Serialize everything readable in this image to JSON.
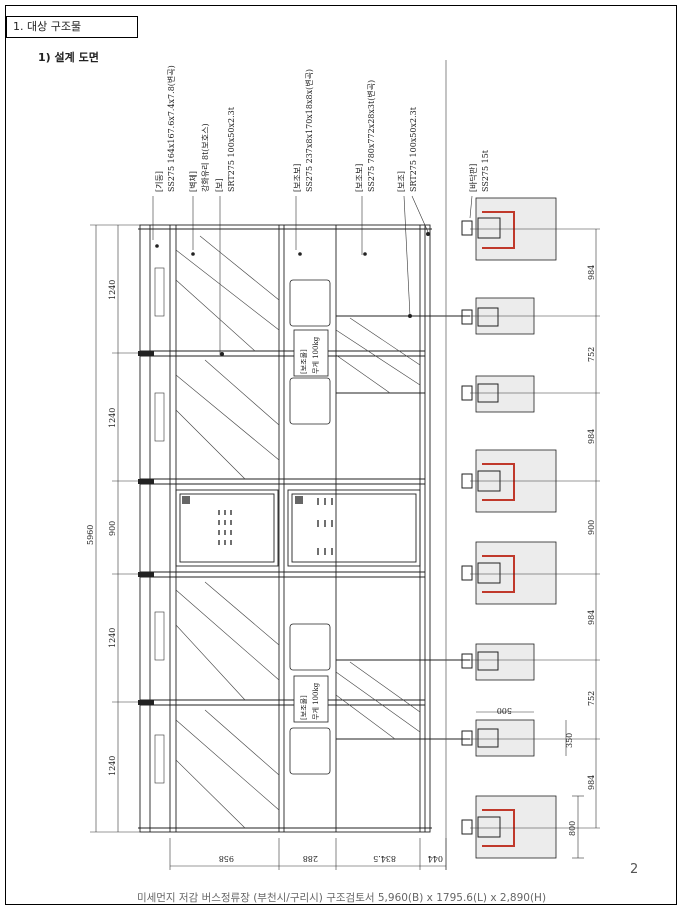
{
  "section": {
    "title": "1.  대상 구조물"
  },
  "subsection": {
    "title": "1)  설계 도면"
  },
  "labels": {
    "column": [
      "[기둥]",
      "SS275 164x167.6x7.4x7.8(변곡)"
    ],
    "glass": [
      "[벽체]",
      "강화유리 8t(보호스)"
    ],
    "beam_top": [
      "[보]",
      "SRT275 100x50x2.3t"
    ],
    "sub_column": [
      "[보조보]",
      "SS275 237x8x170x18x8x(변곡)"
    ],
    "sub_beam": [
      "[보조보]",
      "SS275 780x772x28x3t(변곡)"
    ],
    "rib": [
      "[보조]",
      "SRT275 100x50x2.3t"
    ],
    "base": [
      "[바닥판]",
      "SS275 15t"
    ]
  },
  "load_note": [
    "[보조물]",
    "무게 100kg"
  ],
  "dims_left": [
    "1240",
    "1240",
    "900",
    "1240",
    "1240"
  ],
  "dim_total": "5960",
  "dims_right": [
    "984",
    "752",
    "984",
    "900",
    "984",
    "752",
    "984"
  ],
  "dims_bottom": [
    "958",
    "288",
    "834.5",
    "044"
  ],
  "dims_footing": {
    "width": "500",
    "depth": "350",
    "big": "800"
  },
  "page_number": "2",
  "footer": "미세먼지 저감 버스정류장 (부천시/구리시)  구조검토서 5,960(B) x 1795.6(L) x 2,890(H)"
}
